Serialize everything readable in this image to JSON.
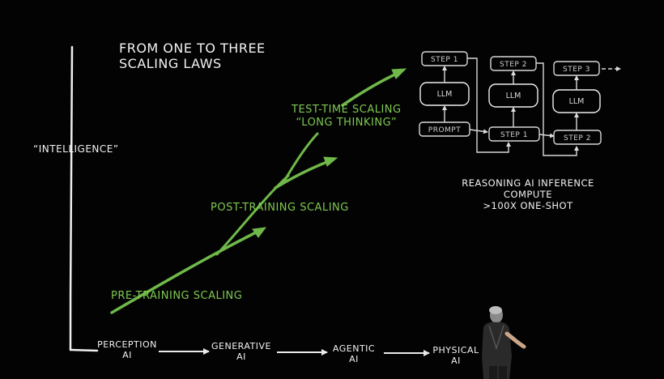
{
  "title_line1": "FROM ONE TO THREE",
  "title_line2": "SCALING LAWS",
  "y_axis_label": "“INTELLIGENCE”",
  "scaling": {
    "pre": "PRE-TRAINING SCALING",
    "post": "POST-TRAINING SCALING",
    "test_line1": "TEST-TIME SCALING",
    "test_line2": "“LONG THINKING”"
  },
  "stages": [
    {
      "line1": "PERCEPTION",
      "line2": "AI"
    },
    {
      "line1": "GENERATIVE",
      "line2": "AI"
    },
    {
      "line1": "AGENTIC",
      "line2": "AI"
    },
    {
      "line1": "PHYSICAL",
      "line2": "AI"
    }
  ],
  "inference": {
    "boxes": {
      "step1_top": "STEP 1",
      "step2_top": "STEP 2",
      "step3_top": "STEP 3",
      "llm": "LLM",
      "prompt": "PROMPT",
      "step1_bottom": "STEP 1",
      "step2_bottom": "STEP 2"
    },
    "caption_line1": "REASONING AI INFERENCE",
    "caption_line2": "COMPUTE",
    "caption_line3": ">100X ONE-SHOT"
  },
  "colors": {
    "background": "#030303",
    "chalk": "#f2f2f2",
    "accent_green": "#7ec850"
  }
}
